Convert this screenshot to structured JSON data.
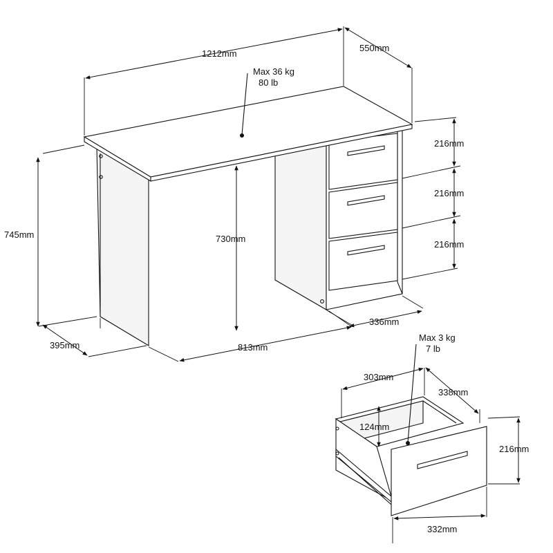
{
  "desk": {
    "width": "1212mm",
    "depth": "550mm",
    "height": "745mm",
    "knee_height": "730mm",
    "side_depth": "395mm",
    "knee_width": "813mm",
    "pedestal_depth": "336mm",
    "drawer_heights": [
      "216mm",
      "216mm",
      "216mm"
    ],
    "load_kg": "Max 36 kg",
    "load_lb": "80 lb"
  },
  "drawer": {
    "inner_width": "303mm",
    "depth": "338mm",
    "inner_height": "124mm",
    "front_height": "216mm",
    "front_width": "332mm",
    "load_kg": "Max 3 kg",
    "load_lb": "7 lb"
  }
}
